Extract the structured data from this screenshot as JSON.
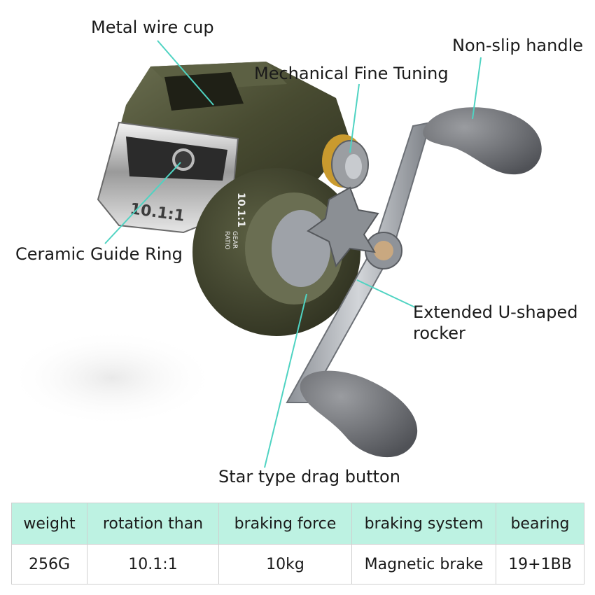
{
  "callouts": {
    "metal_wire_cup": "Metal wire cup",
    "non_slip_handle": "Non-slip handle",
    "mechanical_fine_tuning": "Mechanical Fine Tuning",
    "ceramic_guide_ring": "Ceramic Guide Ring",
    "extended_rocker": "Extended U-shaped rocker",
    "star_drag_button": "Star type drag button"
  },
  "product_markings": {
    "side_ratio": "10.1:1",
    "spool_ratio": "10.1:1",
    "spool_gear": "GEAR",
    "spool_ratio_word": "RATIO"
  },
  "colors": {
    "leader_line": "#4fd3c2",
    "table_header_bg": "#bdf2e2",
    "reel_body": "#4a4d33",
    "knob": "#6f7176"
  },
  "specs_table": {
    "headers": [
      "weight",
      "rotation than",
      "braking force",
      "braking system",
      "bearing"
    ],
    "values": [
      "256G",
      "10.1:1",
      "10kg",
      "Magnetic brake",
      "19+1BB"
    ]
  }
}
